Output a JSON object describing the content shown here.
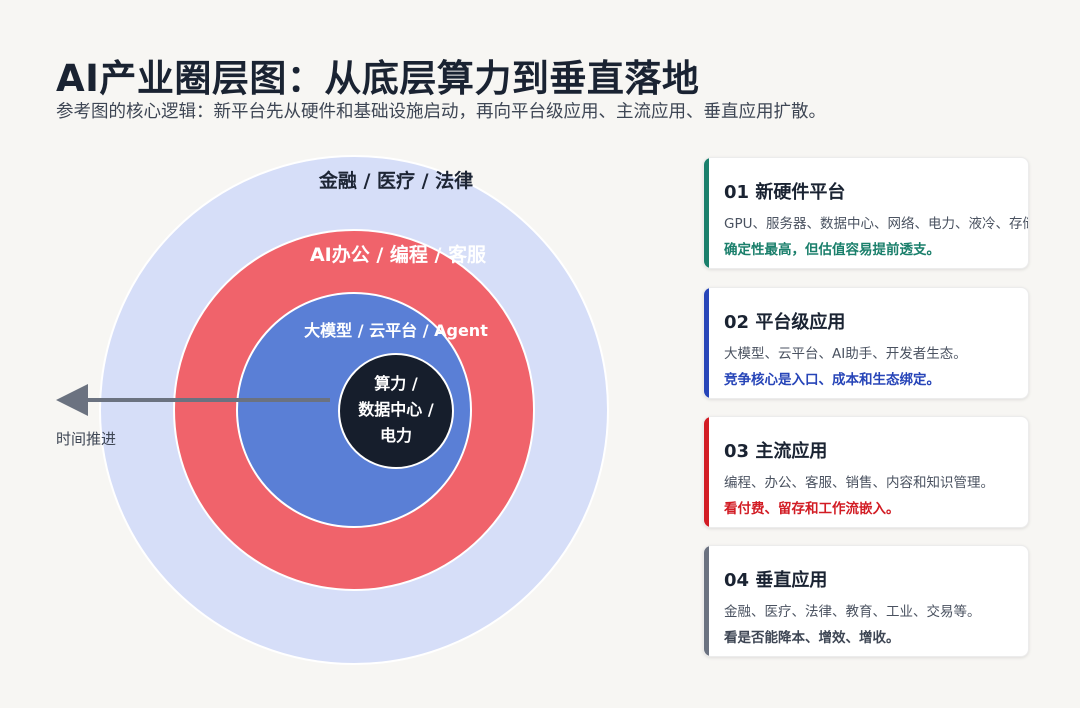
{
  "title": "AI产业圈层图：从底层算力到垂直落地",
  "subtitle": "参考图的核心逻辑：新平台先从硬件和基础设施启动，再向平台级应用、主流应用、垂直应用扩散。",
  "diagram": {
    "rings": [
      {
        "label": "金融 / 医疗 / 法律",
        "color": "#d6def8",
        "text_color": "#1d2535"
      },
      {
        "label": "AI办公 / 编程 / 客服",
        "color": "#f0636b",
        "text_color": "#ffffff"
      },
      {
        "label": "大模型 / 云平台 / Agent",
        "color": "#5a7fd6",
        "text_color": "#ffffff"
      }
    ],
    "core": {
      "line1": "算力 /",
      "line2": "数据中心 /",
      "line3": "电力",
      "color": "#161e2c"
    },
    "arrow_label": "时间推进",
    "arrow_color": "#6b7280"
  },
  "cards": [
    {
      "title": "01 新硬件平台",
      "desc": "GPU、服务器、数据中心、网络、电力、液冷、存储。",
      "note": "确定性最高，但估值容易提前透支。",
      "accent": "#1a7f6b",
      "note_color": "#1a7f6b"
    },
    {
      "title": "02 平台级应用",
      "desc": "大模型、云平台、AI助手、开发者生态。",
      "note": "竞争核心是入口、成本和生态绑定。",
      "accent": "#2745b8",
      "note_color": "#2745b8"
    },
    {
      "title": "03 主流应用",
      "desc": "编程、办公、客服、销售、内容和知识管理。",
      "note": "看付费、留存和工作流嵌入。",
      "accent": "#d21c24",
      "note_color": "#d21c24"
    },
    {
      "title": "04 垂直应用",
      "desc": "金融、医疗、法律、教育、工业、交易等。",
      "note": "看是否能降本、增效、增收。",
      "accent": "#6b7280",
      "note_color": "#3e4654"
    }
  ]
}
